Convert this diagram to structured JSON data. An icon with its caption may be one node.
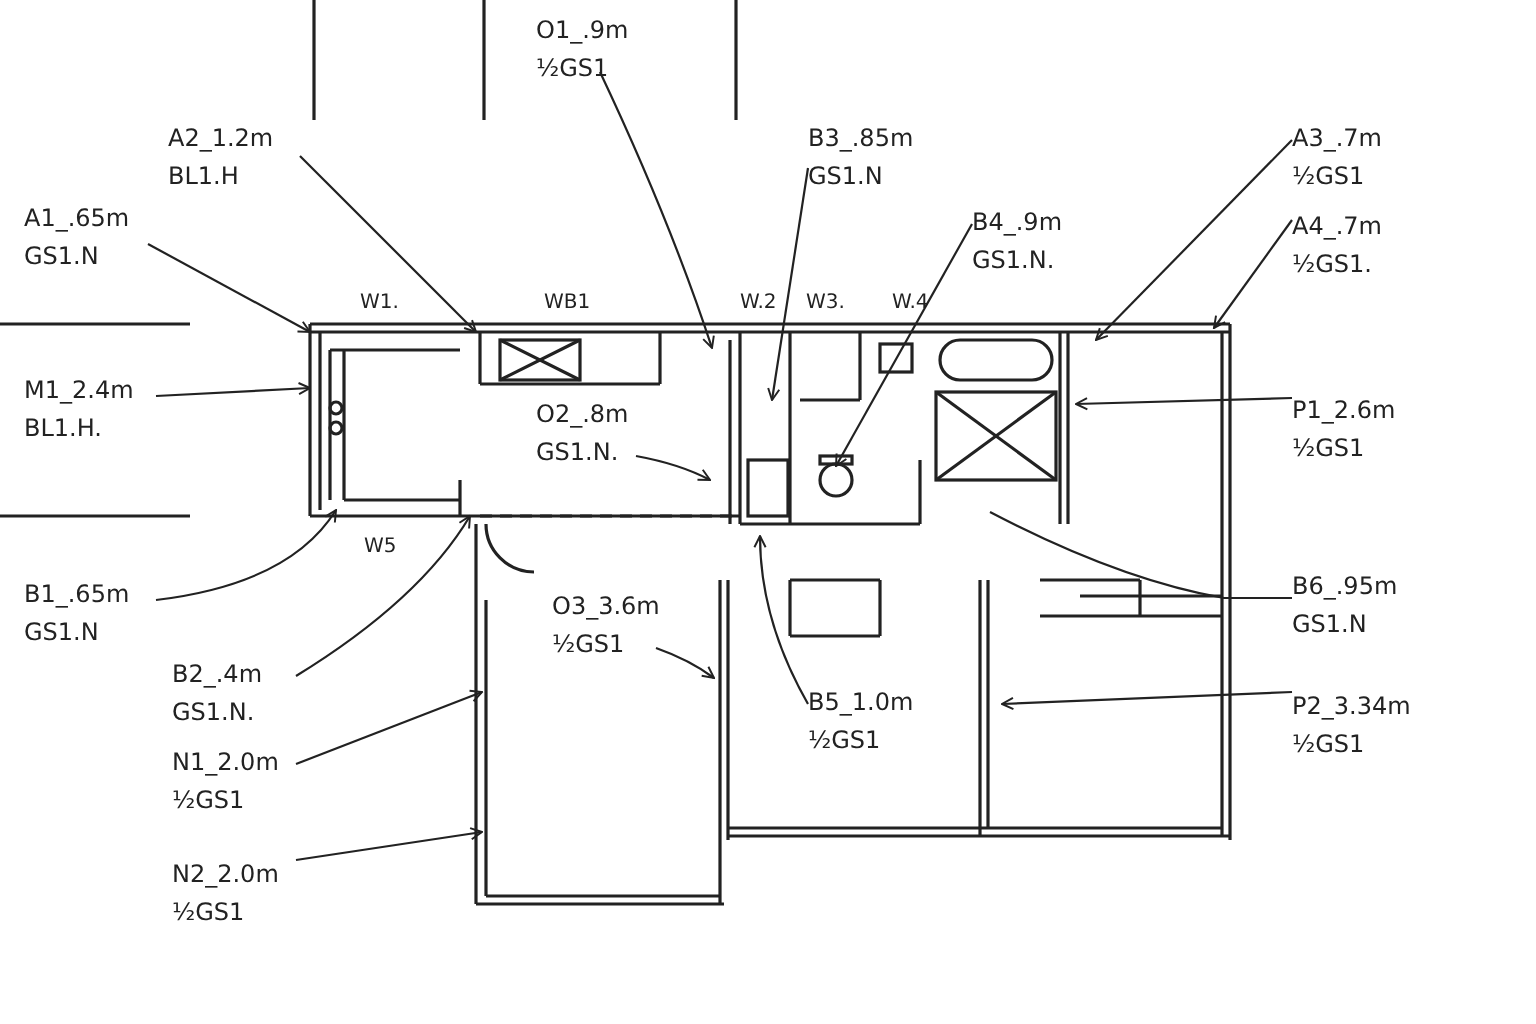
{
  "diagram": {
    "nodes": [
      {
        "text": [
          "O1_.9m",
          "½GS1"
        ]
      },
      {
        "text": [
          "A2_1.2m",
          "BL1.H"
        ]
      },
      {
        "text": [
          "B3_.85m",
          "GS1.N"
        ]
      },
      {
        "text": [
          "A3_.7m",
          "½GS1"
        ]
      },
      {
        "text": [
          "A1_.65m",
          "GS1.N"
        ]
      },
      {
        "text": [
          "B4_.9m",
          "GS1.N."
        ]
      },
      {
        "text": [
          "A4_.7m",
          "½GS1."
        ]
      },
      {
        "text": [
          "M1_2.4m",
          "BL1.H."
        ]
      },
      {
        "text": [
          "O2_.8m",
          "GS1.N."
        ]
      },
      {
        "text": [
          "P1_2.6m",
          "½GS1"
        ]
      },
      {
        "text": [
          "B1_.65m",
          "GS1.N"
        ]
      },
      {
        "text": [
          "O3_3.6m",
          "½GS1"
        ]
      },
      {
        "text": [
          "B6_.95m",
          "GS1.N"
        ]
      },
      {
        "text": [
          "B2_.4m",
          "GS1.N."
        ]
      },
      {
        "text": [
          "B5_1.0m",
          "½GS1"
        ]
      },
      {
        "text": [
          "P2_3.34m",
          "½GS1"
        ]
      },
      {
        "text": [
          "N1_2.0m",
          "½GS1"
        ]
      },
      {
        "text": [
          "N2_2.0m",
          "½GS1"
        ]
      }
    ],
    "edges": [
      {
        "from": 0,
        "to": null,
        "arrow": "to"
      },
      {
        "from": 1,
        "to": null,
        "arrow": "to"
      },
      {
        "from": 2,
        "to": null,
        "arrow": "to"
      },
      {
        "from": 3,
        "to": null,
        "arrow": "to"
      },
      {
        "from": 4,
        "to": null,
        "arrow": "to"
      },
      {
        "from": 5,
        "to": null,
        "arrow": "to"
      },
      {
        "from": 6,
        "to": null,
        "arrow": "to"
      },
      {
        "from": 7,
        "to": null,
        "arrow": "to"
      },
      {
        "from": 8,
        "to": null,
        "arrow": "to"
      },
      {
        "from": 9,
        "to": null,
        "arrow": "to"
      },
      {
        "from": 10,
        "to": null,
        "arrow": "to"
      },
      {
        "from": 11,
        "to": null,
        "arrow": "to"
      },
      {
        "from": 12,
        "to": null,
        "arrow": "none"
      },
      {
        "from": 13,
        "to": null,
        "arrow": "to"
      },
      {
        "from": 14,
        "to": null,
        "arrow": "to"
      },
      {
        "from": 15,
        "to": null,
        "arrow": "to"
      },
      {
        "from": 16,
        "to": null,
        "arrow": "to"
      },
      {
        "from": 17,
        "to": null,
        "arrow": "to"
      }
    ],
    "labels": [
      "W1.",
      "WB1",
      "W.2",
      "W3.",
      "W.4",
      "W5"
    ]
  }
}
